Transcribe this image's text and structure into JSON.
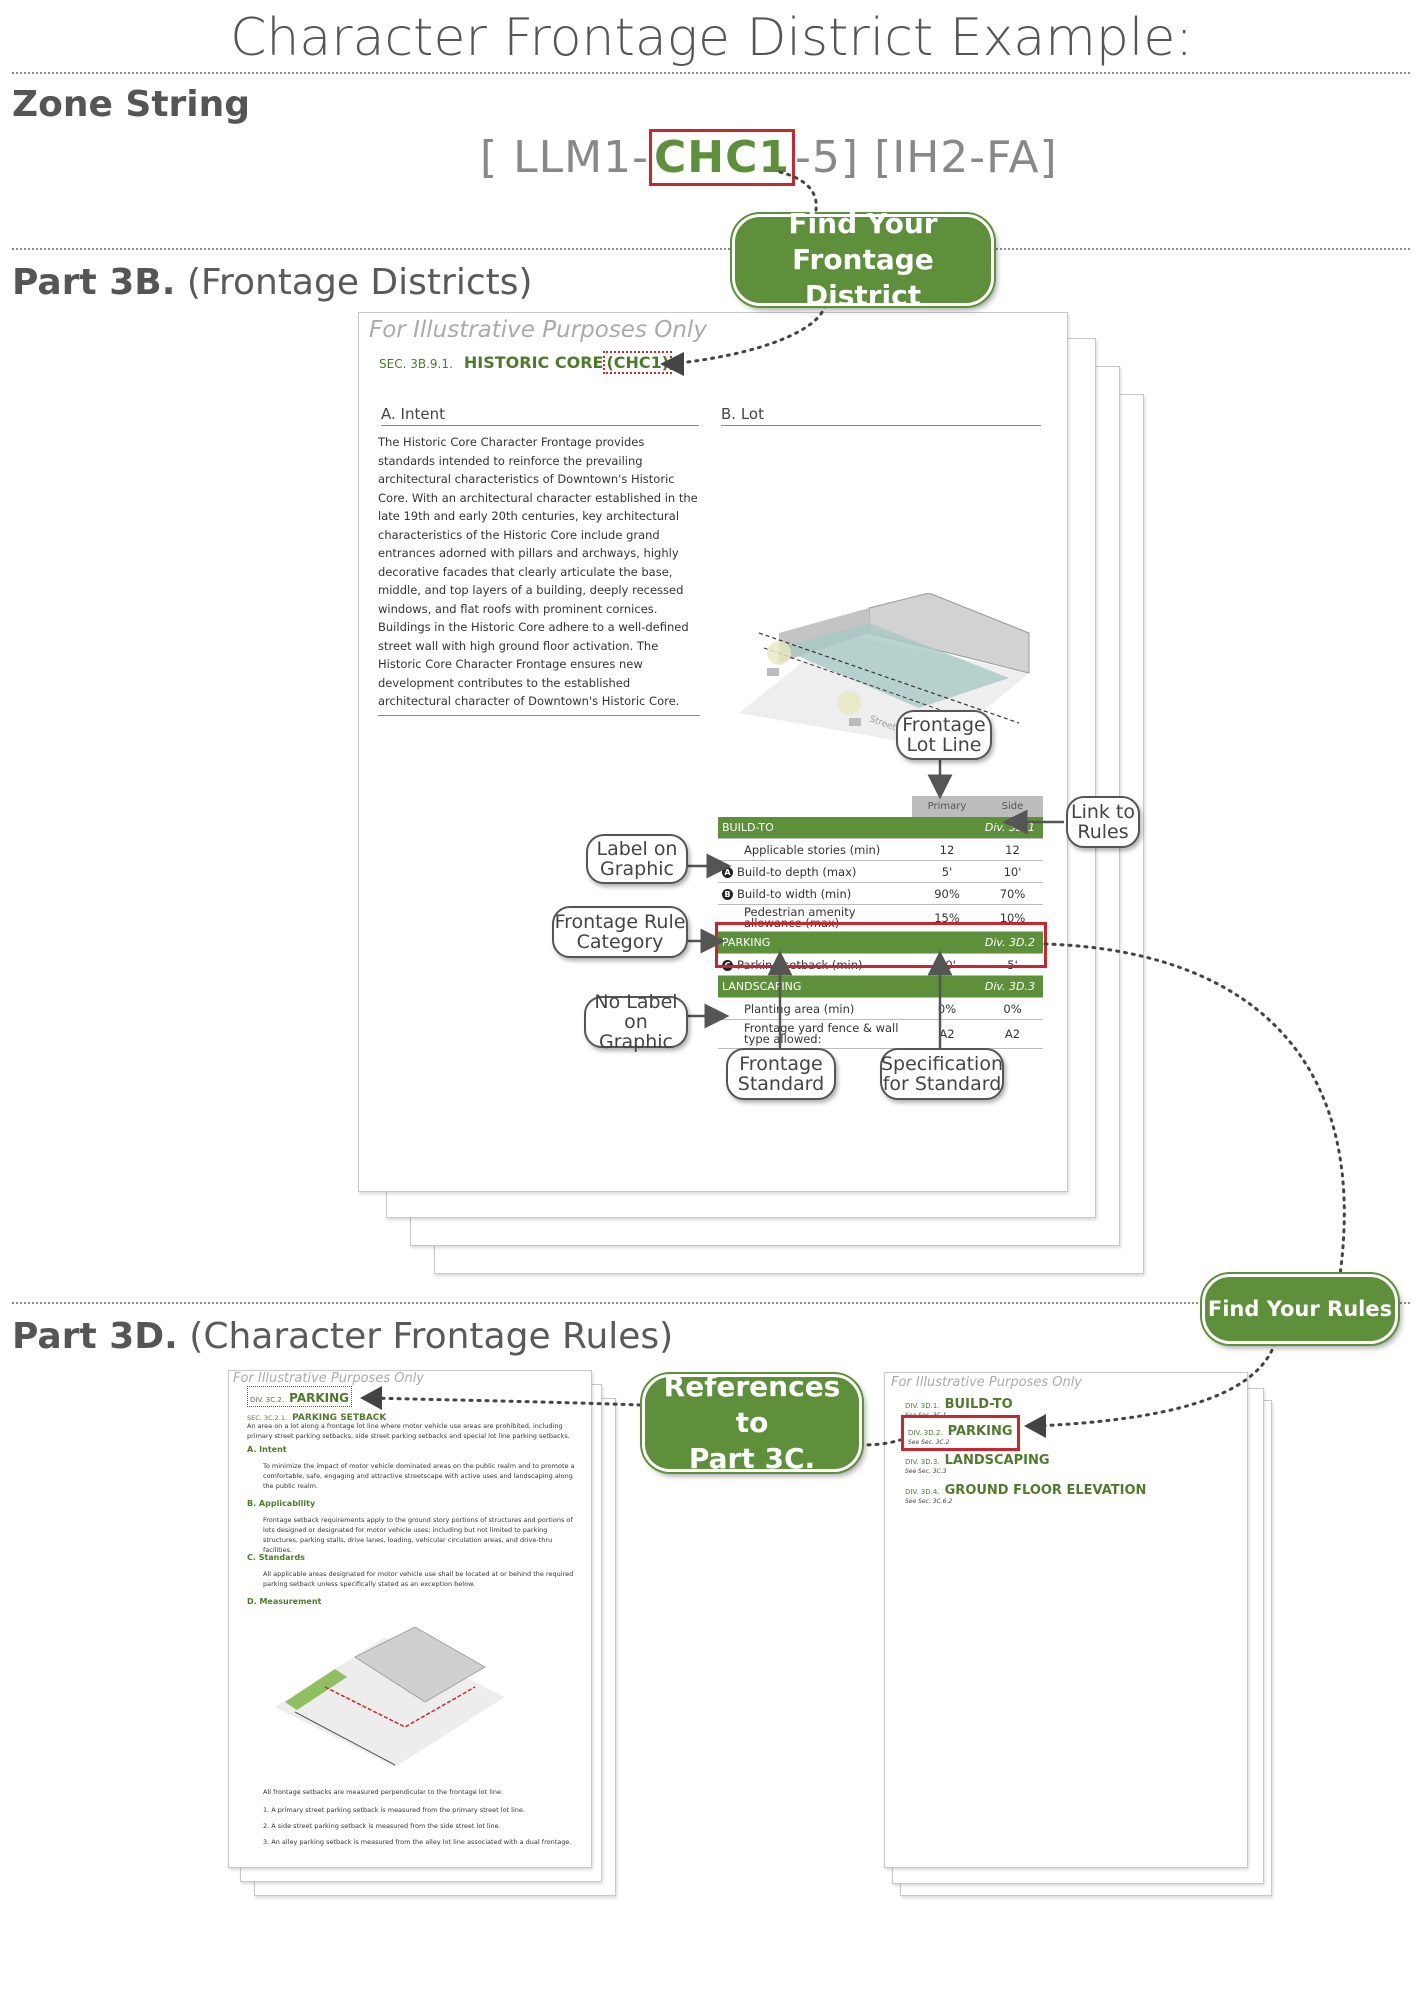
{
  "title": "Character Frontage District Example:",
  "zone_section": {
    "heading": "Zone String"
  },
  "zone_string": {
    "prefix": "[ LLM1-",
    "highlight": "CHC1",
    "suffix": "-5] [IH2-FA]"
  },
  "part3b": {
    "bold": "Part 3B.",
    "rest": " (Frontage Districts)"
  },
  "part3d": {
    "bold": "Part 3D.",
    "rest": " (Character Frontage Rules)"
  },
  "bubbles": {
    "find_district": "Find Your\nFrontage District",
    "find_rules": "Find Your Rules",
    "references": "References to\nPart 3C."
  },
  "main_page": {
    "illustrative": "For Illustrative Purposes Only",
    "sec_num": "SEC. 3B.9.1.",
    "sec_title": "HISTORIC CORE",
    "sec_code": "(CHC1)",
    "intent_heading": "A.  Intent",
    "lot_heading": "B.  Lot",
    "intent_text": "The Historic Core Character Frontage provides standards intended to reinforce the prevailing architectural characteristics of Downtown's Historic Core. With an architectural character established in the late 19th and early 20th centuries, key architectural characteristics of the Historic Core include grand entrances adorned with pillars and archways, highly decorative facades that clearly articulate the base, middle, and top layers of a building, deeply recessed windows, and flat roofs with prominent cornices. Buildings in the Historic Core adhere to a well-defined street wall with high ground floor activation. The Historic Core Character Frontage ensures new development contributes to the established architectural character of Downtown's Historic Core.",
    "street_label": "Street"
  },
  "table": {
    "col_primary": "Primary",
    "col_side": "Side",
    "groups": [
      {
        "name": "BUILD-TO",
        "div": "Div. 3D.1",
        "rows": [
          {
            "badge": "",
            "label": "Applicable stories (min)",
            "primary": "12",
            "side": "12"
          },
          {
            "badge": "A",
            "label": "Build-to depth (max)",
            "primary": "5'",
            "side": "10'"
          },
          {
            "badge": "B",
            "label": "Build-to width (min)",
            "primary": "90%",
            "side": "70%"
          },
          {
            "badge": "",
            "label": "Pedestrian amenity allowance (max)",
            "primary": "15%",
            "side": "10%"
          }
        ]
      },
      {
        "name": "PARKING",
        "div": "Div. 3D.2",
        "rows": [
          {
            "badge": "C",
            "label": "Parking setback (min)",
            "primary": "20'",
            "side": "5'"
          }
        ]
      },
      {
        "name": "LANDSCAPING",
        "div": "Div. 3D.3",
        "rows": [
          {
            "badge": "",
            "label": "Planting area (min)",
            "primary": "0%",
            "side": "0%"
          },
          {
            "badge": "",
            "label": "Frontage yard fence & wall type allowed:",
            "primary": "A2",
            "side": "A2"
          }
        ]
      }
    ]
  },
  "callouts": {
    "frontage_lot_line": "Frontage\nLot Line",
    "link_to_rules": "Link to\nRules",
    "label_on_graphic": "Label on\nGraphic",
    "frontage_rule_category": "Frontage Rule\nCategory",
    "no_label": "No Label\non Graphic",
    "frontage_standard": "Frontage\nStandard",
    "specification": "Specification\nfor Standard"
  },
  "left_page": {
    "illustrative": "For Illustrative Purposes Only",
    "div_num": "DIV. 3C.2.",
    "div_title": "PARKING",
    "sec_num": "SEC. 3C.2.1.",
    "sec_title": "PARKING SETBACK",
    "lead": "An area on a lot along a frontage lot line where motor vehicle use areas are prohibited, including primary street parking setbacks, side street parking setbacks and special lot line parking setbacks.",
    "a_head": "A.  Intent",
    "a_text": "To minimize the impact of motor vehicle dominated areas on the public realm and to promote a comfortable, safe, engaging and attractive streetscape with active uses and landscaping along the public realm.",
    "b_head": "B.  Applicability",
    "b_text": "Frontage setback requirements apply to the ground story portions of structures and portions of lots designed or designated for motor vehicle uses; including but not limited to parking structures, parking stalls, drive lanes, loading, vehicular circulation areas, and drive-thru facilities.",
    "c_head": "C.  Standards",
    "c_text": "All applicable areas designated for motor vehicle use shall be located at or behind the required parking setback unless specifically stated as an exception below.",
    "d_head": "D.  Measurement",
    "m_intro": "All frontage setbacks are measured perpendicular to the frontage lot line.",
    "m1": "1.   A primary street parking setback is measured from the primary street lot line.",
    "m2": "2.   A side street parking setback is measured from the side street lot line.",
    "m3": "3.   An alley parking setback is measured from the alley lot line associated with a dual frontage."
  },
  "right_page": {
    "illustrative": "For Illustrative Purposes Only",
    "items": [
      {
        "num": "DIV. 3D.1.",
        "title": "BUILD-TO",
        "see": "See Sec. 3C.1"
      },
      {
        "num": "DIV. 3D.2.",
        "title": "PARKING",
        "see": "See Sec. 3C.2"
      },
      {
        "num": "DIV. 3D.3.",
        "title": "LANDSCAPING",
        "see": "See Sec. 3C.3"
      },
      {
        "num": "DIV. 3D.4.",
        "title": "GROUND FLOOR ELEVATION",
        "see": "See Sec. 3C.6.2"
      }
    ]
  }
}
